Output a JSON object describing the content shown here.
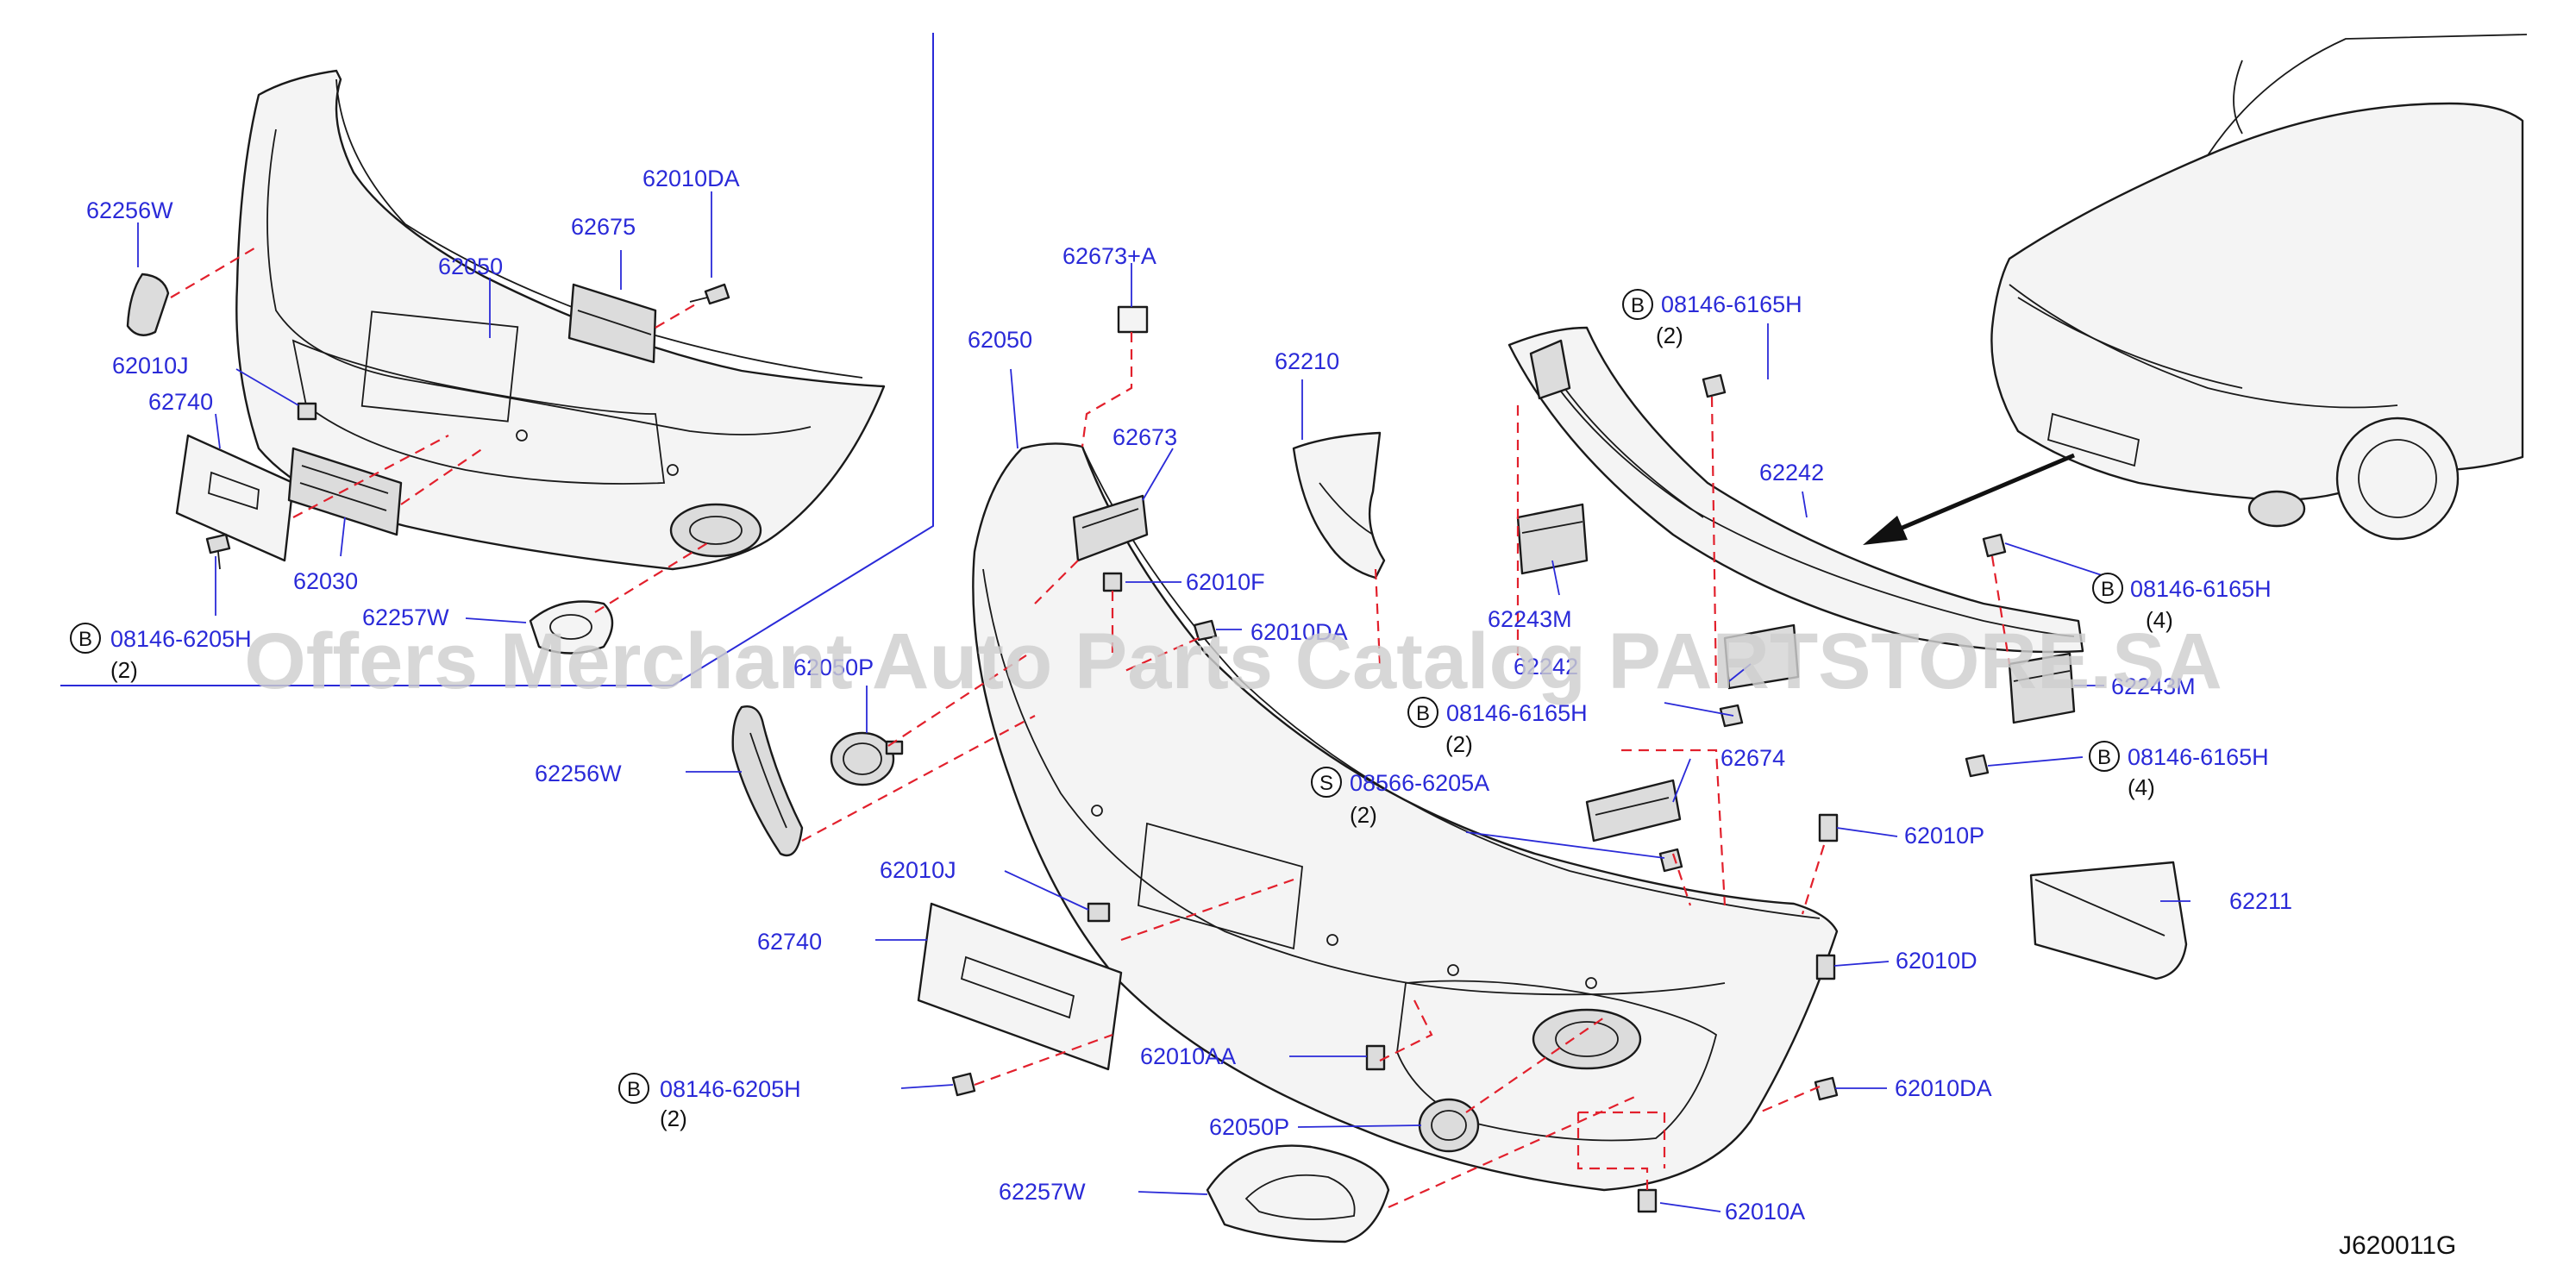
{
  "diagram": {
    "code": "J620011G",
    "watermark": "Offers Merchant Auto Parts Catalog PARTSTORE.SA",
    "labels": {
      "l_62256W_a": "62256W",
      "l_62050_a": "62050",
      "l_62675": "62675",
      "l_62010DA_a": "62010DA",
      "l_62010J_a": "62010J",
      "l_62740_a": "62740",
      "l_62030": "62030",
      "l_62257W_a": "62257W",
      "l_08146_6205H_a": "08146-6205H",
      "l_62673A": "62673+A",
      "l_62050_b": "62050",
      "l_62673": "62673",
      "l_62010F": "62010F",
      "l_62010DA_b": "62010DA",
      "l_62050P_a": "62050P",
      "l_62256W_b": "62256W",
      "l_62210": "62210",
      "l_08146_6165H_a": "08146-6165H",
      "l_62242": "62242",
      "l_62243M_a": "62243M",
      "l_62242_b": "62242",
      "l_08146_6165H_b": "08146-6165H",
      "l_08566_6205A": "08566-6205A",
      "l_62674": "62674",
      "l_08146_6165H_c": "08146-6165H",
      "l_62243M_b": "62243M",
      "l_08146_6165H_d": "08146-6165H",
      "l_62010P": "62010P",
      "l_62211": "62211",
      "l_62010J_b": "62010J",
      "l_62740_b": "62740",
      "l_62010D": "62010D",
      "l_62010AA": "62010AA",
      "l_08146_6205H_b": "08146-6205H",
      "l_62010DA_c": "62010DA",
      "l_62050P_b": "62050P",
      "l_62257W_b": "62257W",
      "l_62010A": "62010A"
    },
    "badges": {
      "b_a": "B",
      "b_b": "B",
      "b_c": "B",
      "b_d": "B",
      "b_e": "B",
      "b_f": "B",
      "s_a": "S"
    },
    "quantities": {
      "q_a": "(2)",
      "q_b": "(2)",
      "q_c": "(4)",
      "q_d": "(2)",
      "q_e": "(2)",
      "q_f": "(4)",
      "q_g": "(2)"
    }
  }
}
